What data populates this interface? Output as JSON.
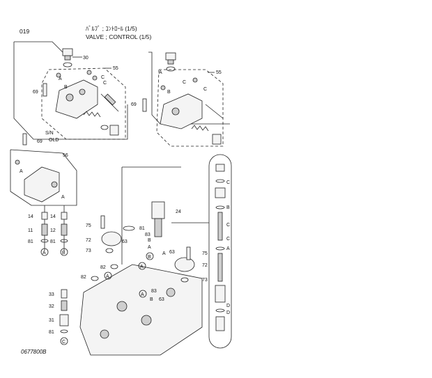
{
  "header": {
    "page_number": "019",
    "title_jp": "ﾊﾞﾙﾌﾞ ; ｺﾝﾄﾛｰﾙ (1/5)",
    "title_en": "VALVE ; CONTROL (1/5)"
  },
  "footer": {
    "drawing_code": "0677800B"
  },
  "notes": {
    "sn_label": "S/N",
    "old_label": "OLD"
  },
  "circled_refs": {
    "A": "A",
    "B": "B",
    "C": "C"
  },
  "letters": {
    "a": "A",
    "b": "B",
    "c": "C",
    "d": "D"
  },
  "callouts": {
    "p30": "30",
    "p55a": "55",
    "p69a": "69",
    "p69b": "69",
    "p55b": "55",
    "p69c": "69",
    "p56": "56",
    "p24": "24",
    "p75a": "75",
    "p81a": "81",
    "p72a": "72",
    "p63a": "63",
    "p83a": "83",
    "p73a": "73",
    "p82a": "82",
    "p63b": "63",
    "p75b": "75",
    "p72b": "72",
    "p82b": "82",
    "p73b": "73",
    "p83b": "83",
    "p63c": "63",
    "p14a": "14",
    "p14b": "14",
    "p11a": "11",
    "p12a": "12",
    "p81b": "81",
    "p81c": "81",
    "p33": "33",
    "p32": "32",
    "p31": "31",
    "p81d": "81"
  }
}
